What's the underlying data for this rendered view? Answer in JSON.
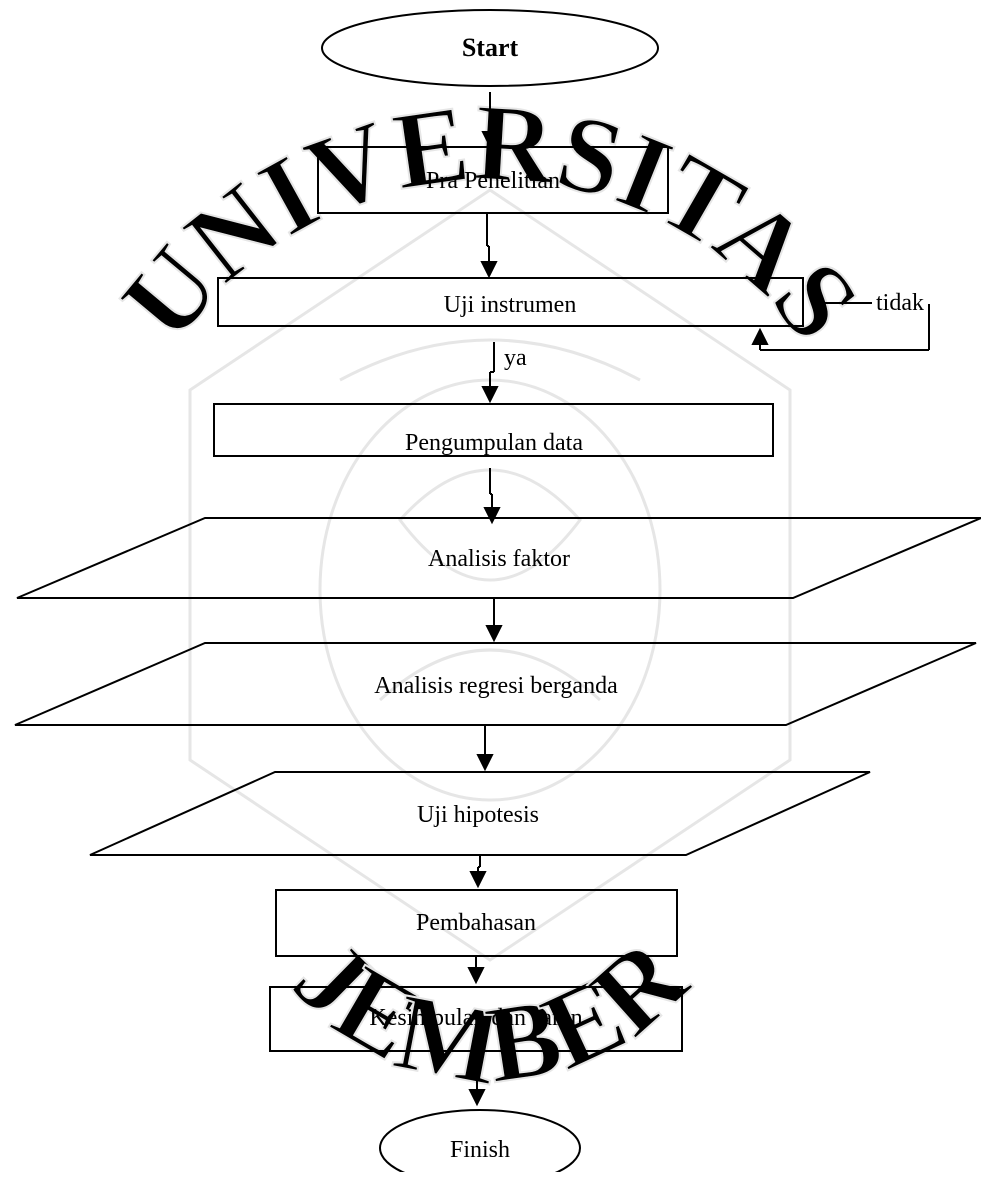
{
  "diagram": {
    "nodes": {
      "start": "Start",
      "pra_penelitian": "Pra Penelitian",
      "uji_instrumen": "Uji instrumen",
      "pengumpulan_data": "Pengumpulan data",
      "analisis_faktor": "Analisis faktor",
      "analisis_regresi": "Analisis regresi berganda",
      "uji_hipotesis": "Uji hipotesis",
      "pembahasan": "Pembahasan",
      "kesimpulan": "Kesimpulan dan saran",
      "finish": "Finish"
    },
    "edge_labels": {
      "ya": "ya",
      "tidak": "tidak"
    },
    "watermark": {
      "top": "UNIVERSITAS",
      "bottom": "JEMBER"
    }
  },
  "colors": {
    "line": "#000000",
    "watermark": "#e6e6e6",
    "background": "#ffffff"
  }
}
